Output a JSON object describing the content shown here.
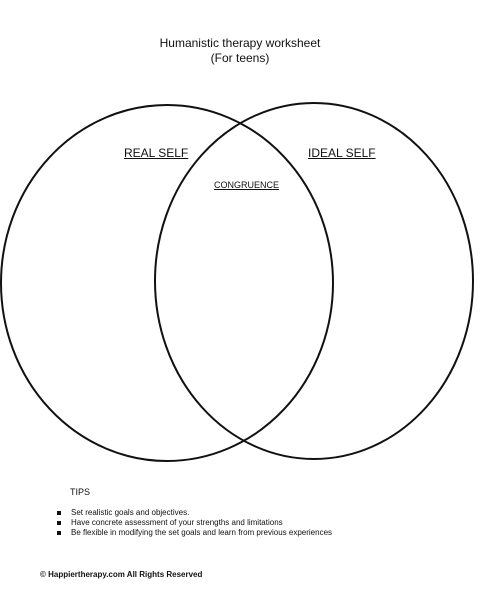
{
  "header": {
    "title": "Humanistic therapy worksheet",
    "subtitle": "(For teens)"
  },
  "venn": {
    "left_label": "REAL SELF",
    "right_label": "IDEAL SELF",
    "overlap_label": "CONGRUENCE",
    "stroke_color": "#111111"
  },
  "tips": {
    "heading": "TIPS",
    "items": [
      "Set realistic goals and objectives.",
      "Have concrete assessment of your strengths and limitations",
      "Be flexible in modifying the set goals and learn from previous experiences"
    ]
  },
  "footer": {
    "copyright": "© Happiertherapy.com All Rights Reserved"
  }
}
